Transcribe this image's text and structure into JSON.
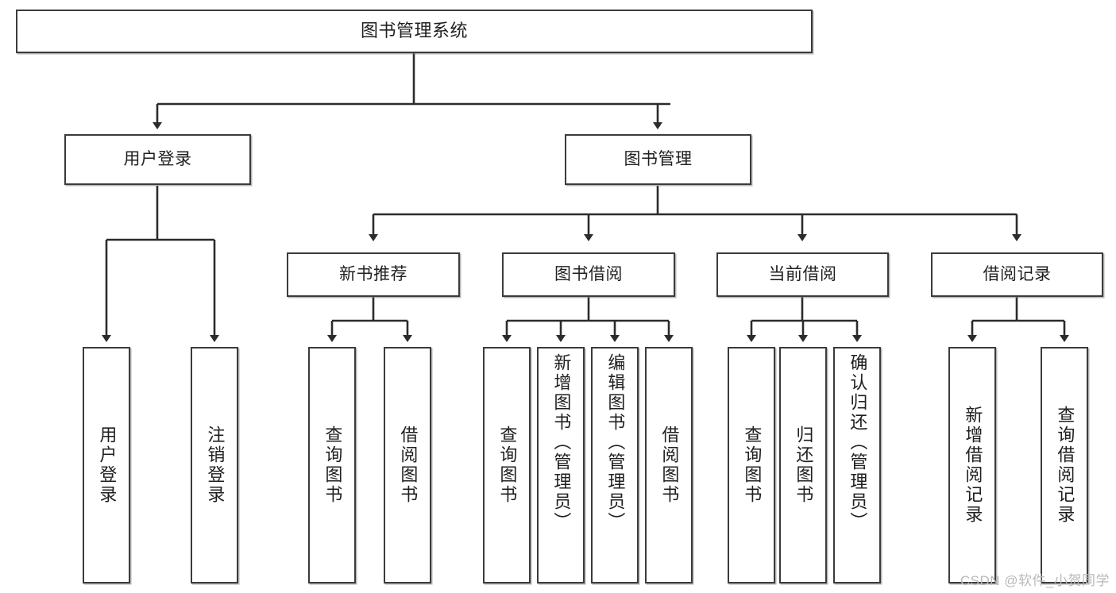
{
  "diagram": {
    "title": "图书管理系统",
    "watermark": "CSDN @软件_小贺同学",
    "colors": {
      "box_border": "#3b3b3b",
      "box_fill": "#ffffff",
      "connector": "#2b2b2b",
      "text": "#1f1f1f",
      "watermark": "#b9b9b9"
    },
    "root": {
      "label": "图书管理系统"
    },
    "level2": [
      {
        "label": "用户登录"
      },
      {
        "label": "图书管理"
      }
    ],
    "level3": [
      {
        "label": "新书推荐"
      },
      {
        "label": "图书借阅"
      },
      {
        "label": "当前借阅"
      },
      {
        "label": "借阅记录"
      }
    ],
    "leaves": {
      "user_login": [
        {
          "label": "用户登录"
        },
        {
          "label": "注销登录"
        }
      ],
      "new_book_recommend": [
        {
          "label": "查询图书"
        },
        {
          "label": "借阅图书"
        }
      ],
      "book_borrow": [
        {
          "label": "查询图书"
        },
        {
          "label": "新增图书（管理员）"
        },
        {
          "label": "编辑图书（管理员）"
        },
        {
          "label": "借阅图书"
        }
      ],
      "current_borrow": [
        {
          "label": "查询图书"
        },
        {
          "label": "归还图书"
        },
        {
          "label": "确认归还（管理员）"
        }
      ],
      "borrow_record": [
        {
          "label": "新增借阅记录"
        },
        {
          "label": "查询借阅记录"
        }
      ]
    }
  }
}
